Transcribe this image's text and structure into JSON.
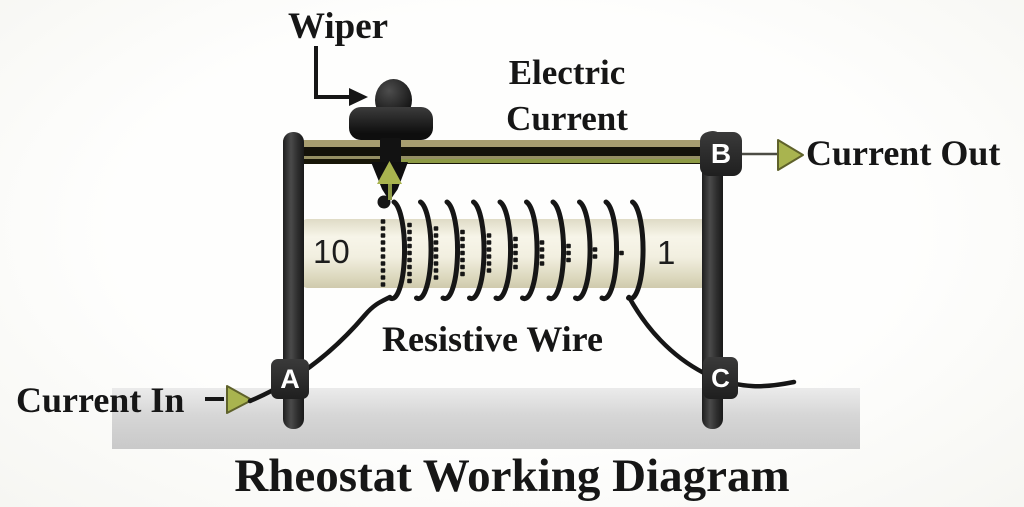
{
  "title": "Rheostat Working Diagram",
  "labels": {
    "wiper": "Wiper",
    "electric_current": [
      "Electric",
      "Current"
    ],
    "current_out": "Current Out",
    "current_in": "Current In",
    "resistive_wire": "Resistive Wire"
  },
  "tube": {
    "left_value": "10",
    "right_value": "1"
  },
  "terminals": {
    "a": "A",
    "b": "B",
    "c": "C"
  },
  "coil": {
    "turns": 10,
    "dot_counts": [
      10,
      9,
      8,
      7,
      6,
      5,
      4,
      3,
      2,
      1
    ]
  },
  "colors": {
    "wire_black": "#161616",
    "wire_green": "#8d9a45",
    "arrow_green": "#a9b44f",
    "arrow_green_dark": "#5f622b",
    "rail_tan": "#a89e70",
    "rail_black": "#14120a",
    "tube_cream": "#f2efe0",
    "metal_dark": "#2b2b2b",
    "base_gray": "#cdcdcd",
    "text_black": "#161616"
  }
}
